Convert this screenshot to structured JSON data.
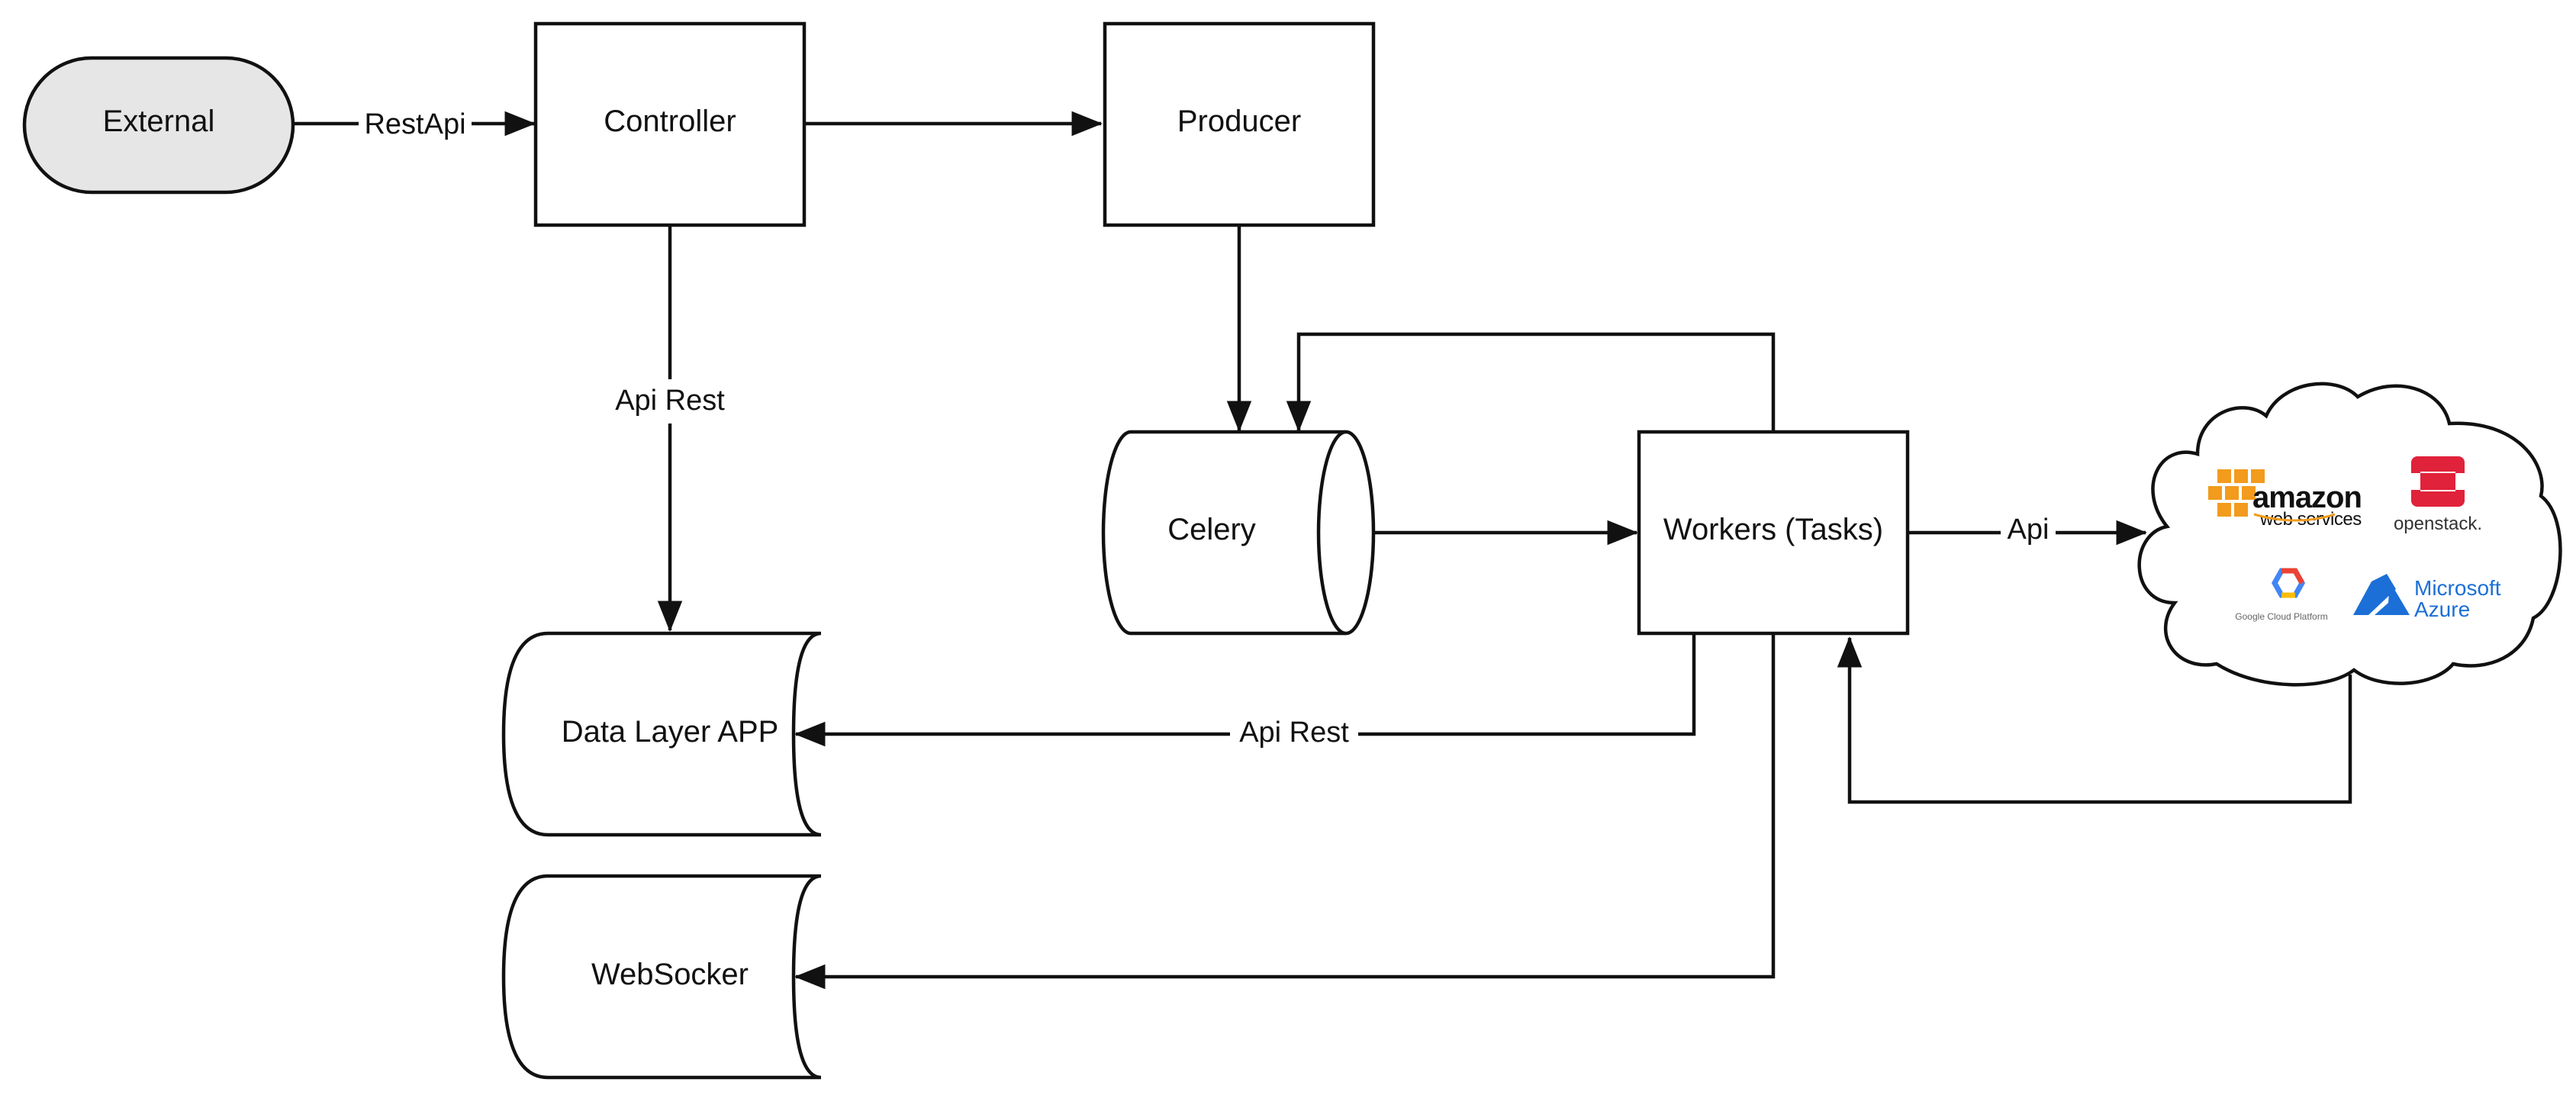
{
  "nodes": {
    "external": {
      "label": "External"
    },
    "controller": {
      "label": "Controller"
    },
    "producer": {
      "label": "Producer"
    },
    "celery": {
      "label": "Celery"
    },
    "workers": {
      "label": "Workers (Tasks)"
    },
    "data_layer": {
      "label": "Data Layer APP"
    },
    "websocket": {
      "label": "WebSocker"
    },
    "cloud": {
      "aws_line1": "amazon",
      "aws_line2": "web services",
      "openstack": "openstack.",
      "gcp": "Google Cloud Platform",
      "azure_line1": "Microsoft",
      "azure_line2": "Azure"
    }
  },
  "edges": {
    "external_controller": "RestApi",
    "controller_datalayer": "Api Rest",
    "workers_datalayer": "Api Rest",
    "workers_cloud": "Api"
  },
  "colors": {
    "line": "#111111",
    "terminal_fill": "#e6e6e6",
    "aws_orange": "#f29b1d",
    "openstack_red": "#e0223a",
    "azure_blue": "#1b6fd6"
  }
}
